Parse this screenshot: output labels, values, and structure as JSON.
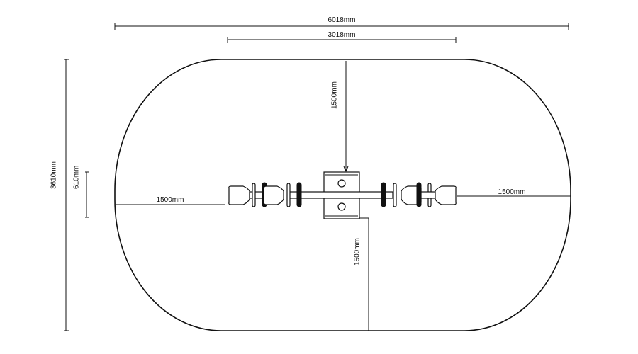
{
  "title": "Seesaw play area layout",
  "dimensions": {
    "overall_length": "6018mm",
    "inner_length": "3018mm",
    "overall_width": "3610mm",
    "equipment_width": "610mm",
    "top_clearance": "1500mm",
    "left_clearance": "1500mm",
    "right_clearance": "1500mm",
    "bottom_clearance": "1500mm"
  }
}
